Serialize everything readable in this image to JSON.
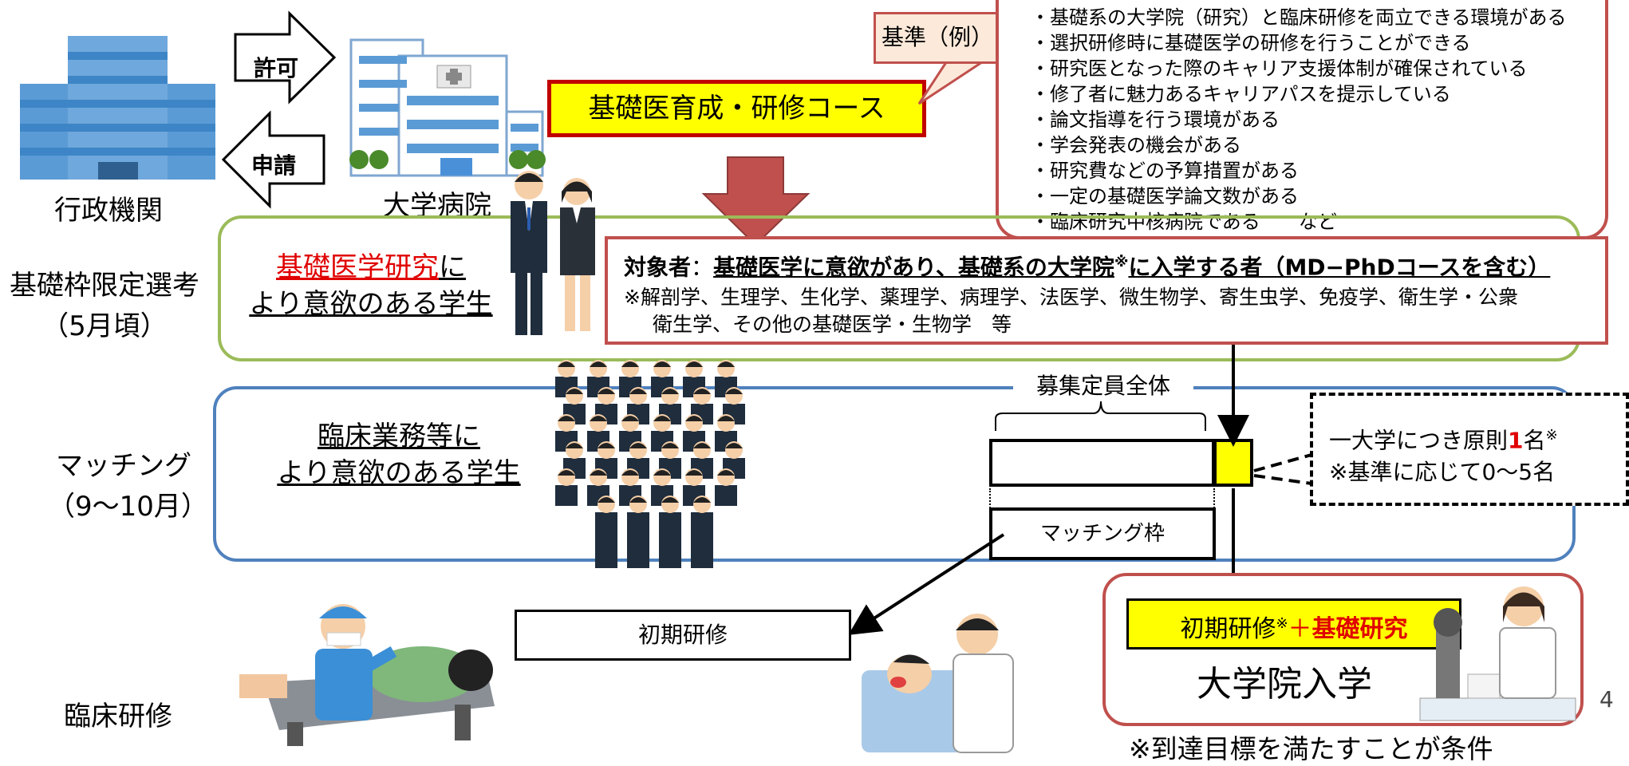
{
  "left_labels": {
    "admin_agency": "行政機関",
    "basic_selection": "基礎枠限定選考",
    "basic_selection_period": "（5月頃）",
    "matching": "マッチング",
    "matching_period": "（9〜10月）",
    "clinical_training": "臨床研修"
  },
  "arrows": {
    "permit": "許可",
    "apply": "申請"
  },
  "hospital_label": "大学病院",
  "course_title": "基礎医育成・研修コース",
  "criteria_bubble": "基準（例）",
  "criteria_list": [
    "・基礎系の大学院（研究）と臨床研修を両立できる環境がある",
    "・選択研修時に基礎医学の研修を行うことができる",
    "・研究医となった際のキャリア支援体制が確保されている",
    "・修了者に魅力あるキャリアパスを提示している",
    "・論文指導を行う環境がある",
    "・学会発表の機会がある",
    "・研究費などの予算措置がある",
    "・一定の基礎医学論文数がある",
    "・臨床研究中核病院である　　など"
  ],
  "basic_students": {
    "highlight": "基礎医学研究",
    "rest1": "に",
    "line2": "より意欲のある学生"
  },
  "target": {
    "prefix": "対象者",
    "colon": "：",
    "t1": "基礎医学に意欲があり、",
    "t2": "基礎系の大学院",
    "mark": "※",
    "t3": "に入学する者（MD−PhDコースを含む）",
    "note1": "※解剖学、生理学、生化学、薬理学、病理学、法医学、微生物学、寄生虫学、免疫学、衛生学・公衆",
    "note2": "衛生学、その他の基礎医学・生物学　等"
  },
  "clinical_students": {
    "line1": "臨床業務等に",
    "line2": "より意欲のある学生"
  },
  "quota_total": "募集定員全体",
  "matching_frame": "マッチング枠",
  "per_university": {
    "pre": "一大学につき原則",
    "num": "1",
    "post": "名",
    "mark": "※",
    "line2": "※基準に応じて0〜5名"
  },
  "initial_training": "初期研修",
  "combined": {
    "a": "初期研修",
    "mark": "※",
    "plus": "＋",
    "b": "基礎研究"
  },
  "grad_entry": "大学院入学",
  "condition_note": "※到達目標を満たすことが条件",
  "page_number": "4",
  "colors": {
    "red_border": "#c0504d",
    "green_border": "#9bbb59",
    "blue_border": "#4f81bd",
    "yellow": "#ffff00",
    "course_red": "#c00000",
    "bubble_fill": "#fde9d9"
  }
}
